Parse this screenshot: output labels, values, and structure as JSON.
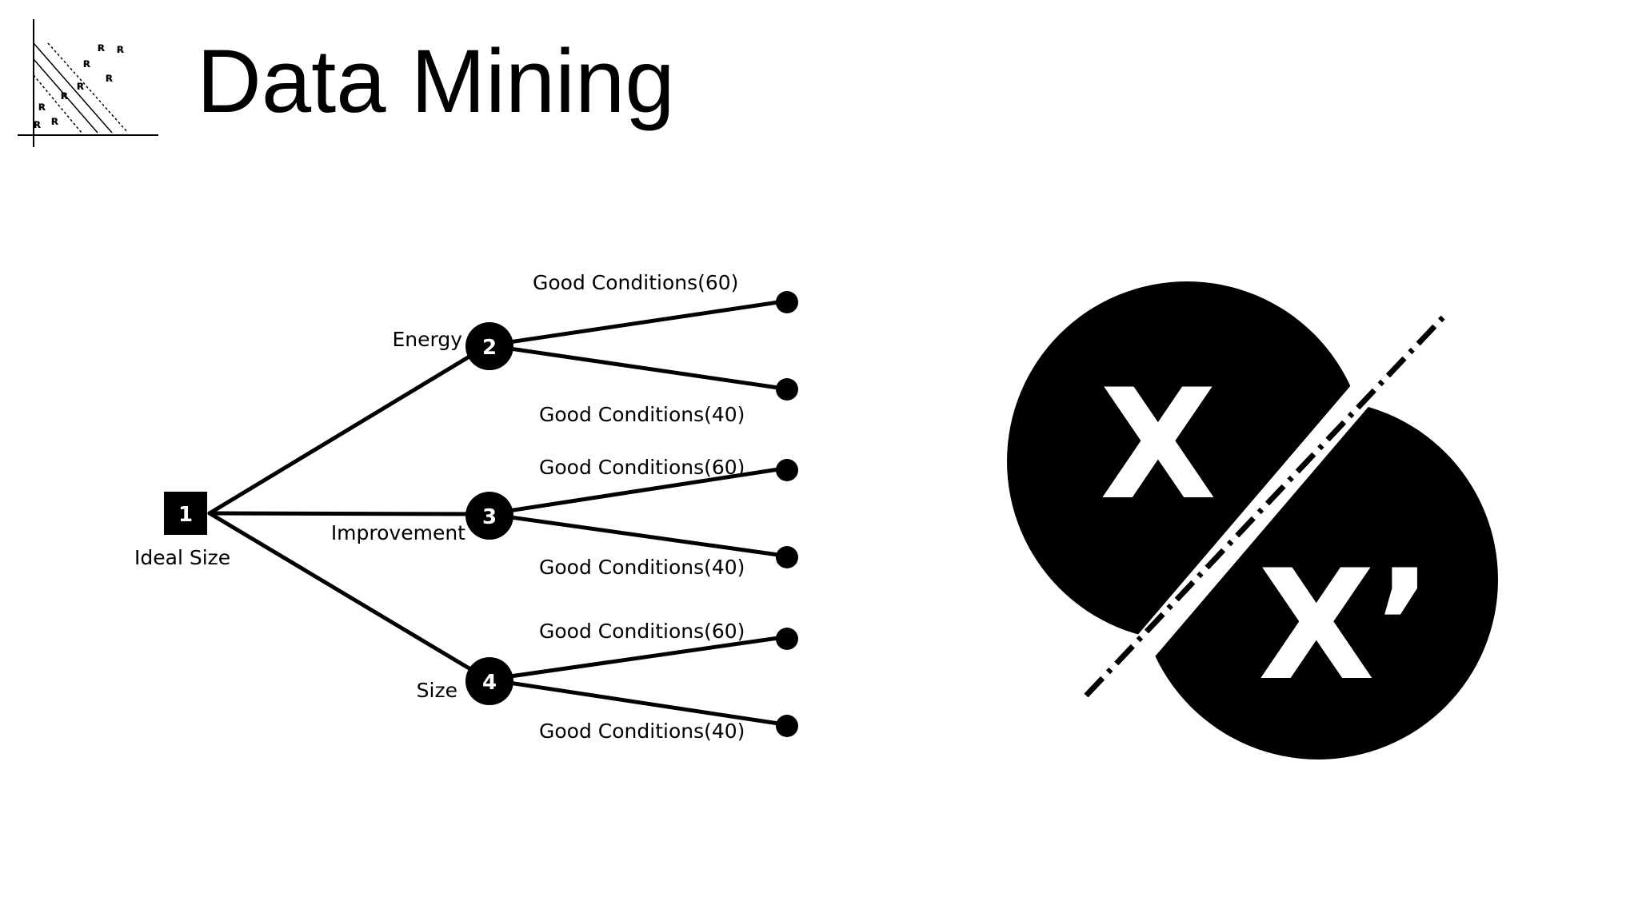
{
  "slide": {
    "title": "Data Mining"
  },
  "tree": {
    "root": {
      "id": "1",
      "label": "Ideal Size"
    },
    "branches": [
      {
        "id": "2",
        "label": "Energy",
        "outcomes": [
          "Good Conditions(60)",
          "Good Conditions(40)"
        ]
      },
      {
        "id": "3",
        "label": "Improvement",
        "outcomes": [
          "Good Conditions(60)",
          "Good Conditions(40)"
        ]
      },
      {
        "id": "4",
        "label": "Size",
        "outcomes": [
          "Good Conditions(60)",
          "Good Conditions(40)"
        ]
      }
    ]
  },
  "split": {
    "left_label": "X",
    "right_label": "X’"
  },
  "colors": {
    "ink": "#000000",
    "background": "#ffffff"
  },
  "icons": {
    "logo": "scatter-plot-with-separating-lines-icon"
  }
}
